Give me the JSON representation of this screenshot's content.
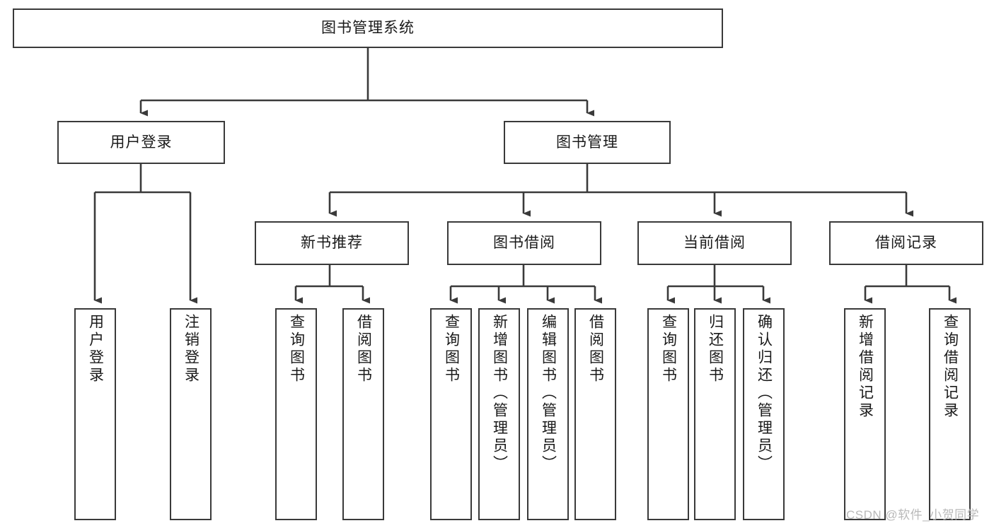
{
  "diagram": {
    "type": "hierarchy-tree",
    "orientation": "top-down",
    "root": {
      "label": "图书管理系统"
    },
    "level2": [
      {
        "label": "用户登录"
      },
      {
        "label": "图书管理"
      }
    ],
    "level3": [
      {
        "label": "新书推荐"
      },
      {
        "label": "图书借阅"
      },
      {
        "label": "当前借阅"
      },
      {
        "label": "借阅记录"
      }
    ],
    "leaves": {
      "user_login": [
        {
          "label": "用户登录"
        },
        {
          "label": "注销登录"
        }
      ],
      "new_book_recommend": [
        {
          "label": "查询图书"
        },
        {
          "label": "借阅图书"
        }
      ],
      "book_borrow": [
        {
          "label": "查询图书"
        },
        {
          "label": "新增图书（管理员）"
        },
        {
          "label": "编辑图书（管理员）"
        },
        {
          "label": "借阅图书"
        }
      ],
      "current_borrow": [
        {
          "label": "查询图书"
        },
        {
          "label": "归还图书"
        },
        {
          "label": "确认归还（管理员）"
        }
      ],
      "borrow_record": [
        {
          "label": "新增借阅记录"
        },
        {
          "label": "查询借阅记录"
        }
      ]
    }
  },
  "watermark": {
    "text": "CSDN @软件_小贺同学"
  },
  "colors": {
    "box_border": "#3a3a3a",
    "background": "#ffffff",
    "text": "#1a1a1a",
    "watermark": "#b9b9b9"
  }
}
